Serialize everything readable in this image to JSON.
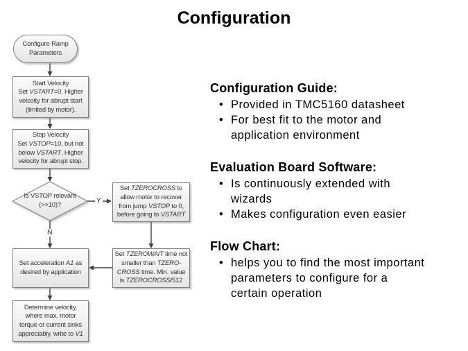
{
  "title": "Configuration",
  "flowchart": {
    "nodes": {
      "configure_ramp": {
        "segments": [
          {
            "t": "Configure Ramp\nParameters"
          }
        ]
      },
      "start_velocity": {
        "segments": [
          {
            "t": "Start Velocity\nSet "
          },
          {
            "t": "VSTART",
            "i": true
          },
          {
            "t": "=0. Higher\nvelcoity for abrupt start\n(limited by motor)."
          }
        ]
      },
      "stop_velocity": {
        "segments": [
          {
            "t": "Stop Velocity\nSet "
          },
          {
            "t": "VSTOP",
            "i": true
          },
          {
            "t": "=10, but not\nbelow "
          },
          {
            "t": "VSTART",
            "i": true
          },
          {
            "t": ". Higher\nvelocity for abrupt stop."
          }
        ]
      },
      "vstop_decision": {
        "segments": [
          {
            "t": "Is VSTOP relevant\n(>>10)?"
          }
        ]
      },
      "tzerocross": {
        "segments": [
          {
            "t": "Set "
          },
          {
            "t": "TZEROCROSS",
            "i": true
          },
          {
            "t": " to\nallow motor to recover\nfrom jump "
          },
          {
            "t": "VSTOP",
            "i": true
          },
          {
            "t": " to 0,\nbefore going to "
          },
          {
            "t": "VSTART",
            "i": true
          }
        ]
      },
      "acceleration": {
        "segments": [
          {
            "t": "Set acceleration "
          },
          {
            "t": "A1",
            "i": true
          },
          {
            "t": " as\ndesired by application"
          }
        ]
      },
      "tzerowait": {
        "segments": [
          {
            "t": "Set "
          },
          {
            "t": "TZEROWAIT",
            "i": true
          },
          {
            "t": " time not\nsmaller than "
          },
          {
            "t": "TZERO-",
            "i": true
          },
          {
            "t": "\n"
          },
          {
            "t": "CROSS",
            "i": true
          },
          {
            "t": " time. Min. value\nis "
          },
          {
            "t": "TZEROCROSS",
            "i": true
          },
          {
            "t": "/512"
          }
        ]
      },
      "determine_velocity": {
        "segments": [
          {
            "t": "Determine velocity,\nwhere max. motor\ntorque or current sinks\nappreciably, write to "
          },
          {
            "t": "V1",
            "i": true
          }
        ]
      }
    },
    "labels": {
      "yes": "Y",
      "no": "N"
    }
  },
  "panel": {
    "bullet_char": "•",
    "sections": [
      {
        "heading": "Configuration Guide:",
        "bullets": [
          "Provided in TMC5160 datasheet",
          "For best fit to the motor and\napplication environment"
        ]
      },
      {
        "heading": "Evaluation Board Software:",
        "bullets": [
          "Is continuously extended with\nwizards",
          "Makes configuration even easier"
        ]
      },
      {
        "heading": "Flow Chart:",
        "bullets": [
          "helps you to find the most important\nparameters to configure for a\ncertain operation"
        ]
      }
    ]
  },
  "colors": {
    "node_border": "#7f7f7f",
    "node_fill": "#eeeeee",
    "connector": "#3f3f3f",
    "text": "#333333"
  }
}
